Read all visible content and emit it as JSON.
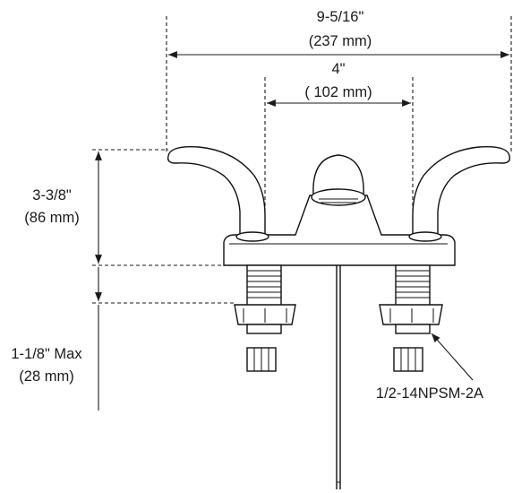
{
  "dimensions": {
    "overall_width": {
      "imperial": "9-5/16\"",
      "metric": "(237 mm)"
    },
    "center_spacing": {
      "imperial": "4\"",
      "metric": "( 102 mm)"
    },
    "height": {
      "imperial": "3-3/8\"",
      "metric": "(86 mm)"
    },
    "mount_depth": {
      "imperial": "1-1/8\" Max",
      "metric": "(28 mm)"
    }
  },
  "callouts": {
    "thread_spec": "1/2-14NPSM-2A"
  }
}
